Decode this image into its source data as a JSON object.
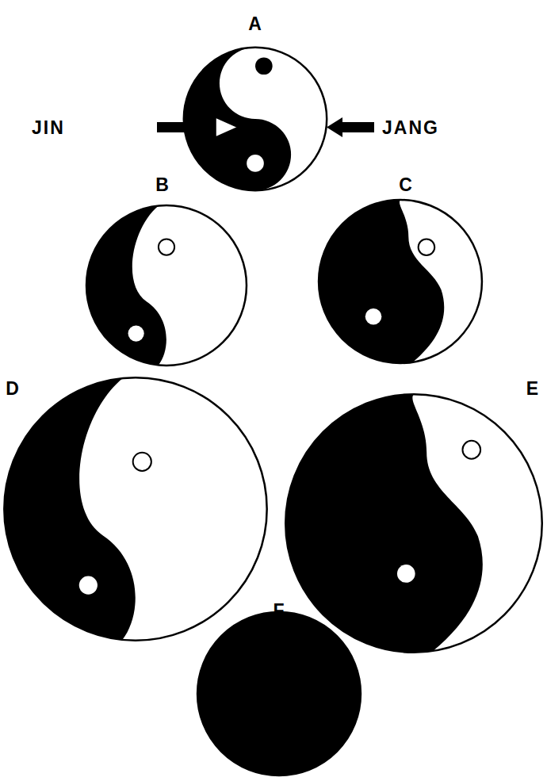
{
  "diagram": {
    "nodes": [
      {
        "text": [
          "A"
        ]
      },
      {
        "text": [
          "B"
        ]
      },
      {
        "text": [
          "C"
        ]
      },
      {
        "text": [
          "D"
        ]
      },
      {
        "text": [
          "E"
        ]
      },
      {
        "text": [
          "F"
        ]
      }
    ],
    "labels": [
      "JIN",
      "JANG"
    ]
  }
}
